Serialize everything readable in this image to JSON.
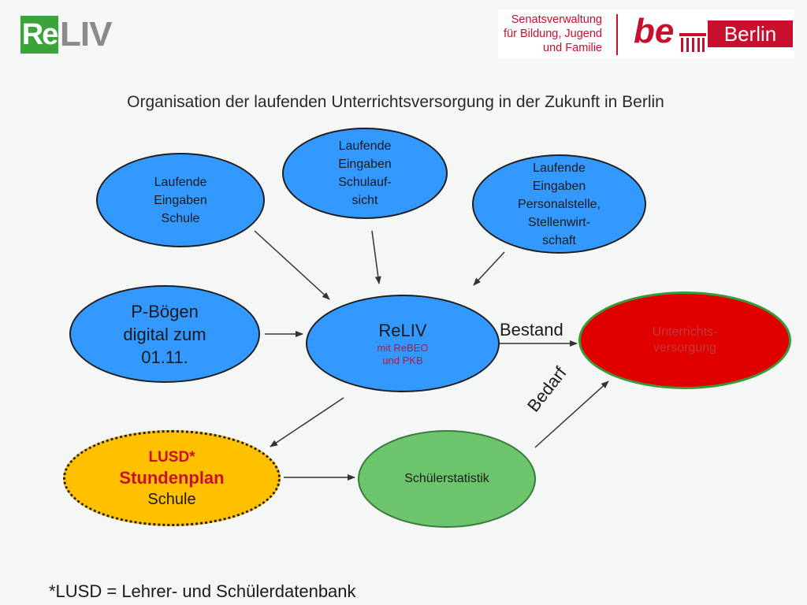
{
  "header": {
    "logo_reliv": {
      "re": "Re",
      "liv": "LIV"
    },
    "logo_senat": {
      "line1": "Senatsverwaltung",
      "line2": "für Bildung, Jugend",
      "line3": "und Familie",
      "be": "be",
      "berlin": "Berlin"
    }
  },
  "title": "Organisation der laufenden Unterrichtsversorgung in der Zukunft in Berlin",
  "nodes": {
    "schule_inputs": {
      "lines": [
        "Laufende",
        "Eingaben",
        "Schule"
      ]
    },
    "schulaufsicht_inputs": {
      "lines": [
        "Laufende",
        "Eingaben",
        "Schulauf-",
        "sicht"
      ]
    },
    "personalstelle_inputs": {
      "lines": [
        "Laufende",
        "Eingaben",
        "Personalstelle,",
        "Stellenwirt-",
        "schaft"
      ]
    },
    "pboegen": {
      "lines": [
        "P-Bögen",
        "digital zum",
        "01.11."
      ]
    },
    "reliv": {
      "title": "ReLIV",
      "sub1": "mit ReBEO",
      "sub2": "und PKB"
    },
    "unterrichtsversorgung": {
      "lines": [
        "Unterrichts-",
        "versorgung"
      ]
    },
    "lusd": {
      "line1": "LUSD*",
      "line2": "Stundenplan",
      "line3": "Schule"
    },
    "schuelerstatistik": {
      "label": "Schülerstatistik"
    }
  },
  "edge_labels": {
    "bestand": "Bestand",
    "bedarf": "Bedarf"
  },
  "footnote": "*LUSD = Lehrer- und Schülerdatenbank",
  "colors": {
    "blue_node": "#3399ff",
    "red_node": "#e00000",
    "green_node": "#6cc56c",
    "yellow_node": "#ffc000",
    "accent_red": "#c8102e",
    "logo_green": "#3aa33a"
  }
}
